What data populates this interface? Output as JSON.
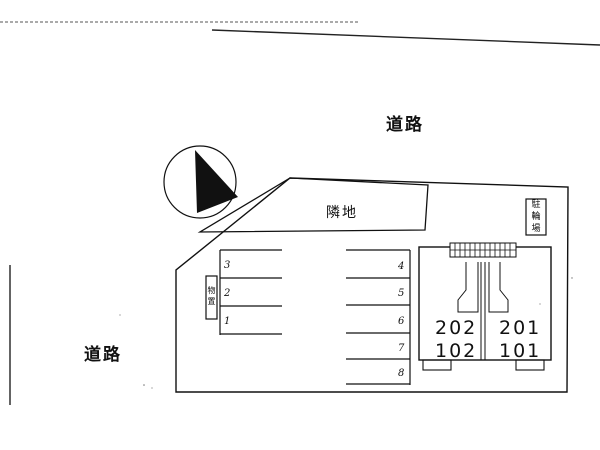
{
  "road_labels": {
    "north": "道路",
    "west": "道路"
  },
  "neighbor_label": "隣地",
  "bicycle_parking_label": [
    "駐",
    "輪",
    "場"
  ],
  "storage_label": [
    "物",
    "置"
  ],
  "parking_slots_left": [
    "3",
    "2",
    "1"
  ],
  "parking_slots_right": [
    "4",
    "5",
    "6",
    "7",
    "8"
  ],
  "units": {
    "upper_left": "202",
    "upper_right": "201",
    "lower_left": "102",
    "lower_right": "101"
  },
  "compass": {
    "icon": "north-arrow-icon"
  }
}
